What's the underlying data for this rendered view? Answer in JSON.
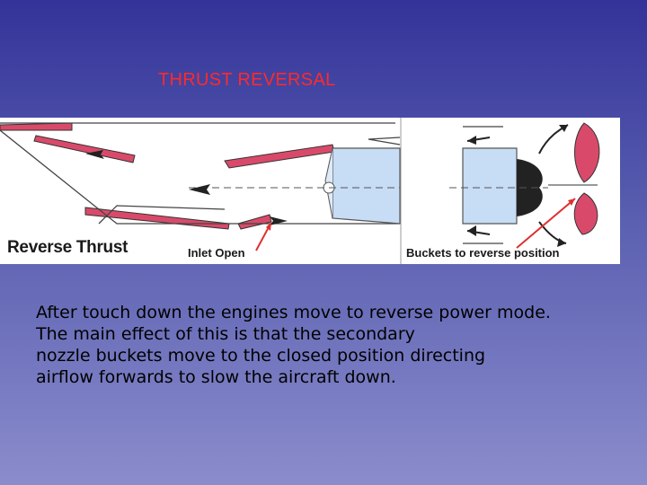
{
  "slide": {
    "title": "THRUST REVERSAL",
    "colors": {
      "title": "#ff2a2a",
      "background_top": "#333399",
      "background_bottom": "#8a8ccc",
      "nacelle": "#d94a6a",
      "engine_core": "#c7dcf5"
    },
    "body": "After touch down the engines move to reverse power mode.\nThe main effect of this is that the secondary\nnozzle buckets move to the closed position directing\nairflow forwards to slow the aircraft down."
  },
  "diagram": {
    "labels": {
      "reverse_thrust": "Reverse Thrust",
      "inlet_open": "Inlet Open",
      "buckets": "Buckets to reverse position"
    }
  }
}
